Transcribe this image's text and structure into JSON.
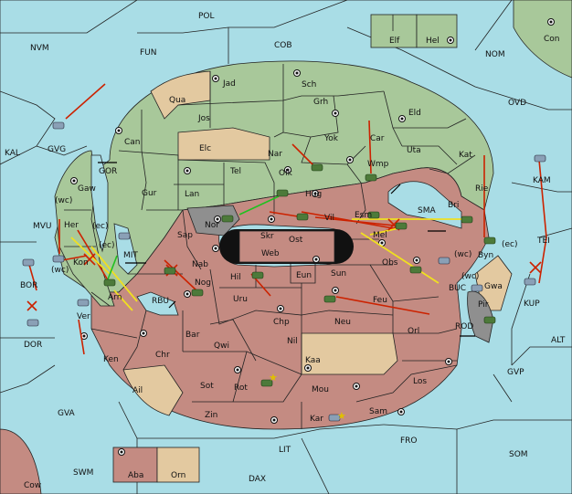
{
  "labels": {
    "POL": "POL",
    "NVM": "NVM",
    "FUN": "FUN",
    "COB": "COB",
    "NOM": "NOM",
    "Con": "Con",
    "Elf": "Elf",
    "Hel": "Hel",
    "OVD": "OVD",
    "KAL": "KAL",
    "GVG": "GVG",
    "GOR": "GOR",
    "MVU": "MVU",
    "MIT": "MIT",
    "BOR": "BOR",
    "DOR": "DOR",
    "RBU": "RBU",
    "SMA": "SMA",
    "KAM": "KAM",
    "TEI": "TEI",
    "KUP": "KUP",
    "BUC": "BUC",
    "ROD": "ROD",
    "ALT": "ALT",
    "GVP": "GVP",
    "GVA": "GVA",
    "FRO": "FRO",
    "SOM": "SOM",
    "LIT": "LIT",
    "SWM": "SWM",
    "DAX": "DAX",
    "Cow": "Cow",
    "Aba": "Aba",
    "Orn": "Orn",
    "Jad": "Jad",
    "Sch": "Sch",
    "Qua": "Qua",
    "Jos": "Jos",
    "Grh": "Grh",
    "Eld": "Eld",
    "Can": "Can",
    "Elc": "Elc",
    "Yok": "Yok",
    "Car": "Car",
    "Uta": "Uta",
    "Kat": "Kat",
    "Nar": "Nar",
    "Tel": "Tel",
    "Olk": "Olk",
    "Wmp": "Wmp",
    "Gaw": "Gaw",
    "Gur": "Gur",
    "Lan": "Lan",
    "Hug": "Hug",
    "Rie": "Rie",
    "Bri": "Bri",
    "Esm": "Esm",
    "Nor": "Nor",
    "Vil": "Vil",
    "Her": "Her",
    "Sap": "Sap",
    "Skr": "Skr",
    "Ost": "Ost",
    "Mel": "Mel",
    "Kon": "Kon",
    "Web": "Web",
    "Byn": "Byn",
    "Nab": "Nab",
    "Obs": "Obs",
    "Arn": "Arn",
    "Eun": "Eun",
    "Sun": "Sun",
    "Hil": "Hil",
    "Nog": "Nog",
    "Gwa": "Gwa",
    "Uru": "Uru",
    "Feu": "Feu",
    "Pir": "Pir",
    "Ver": "Ver",
    "Chp": "Chp",
    "Neu": "Neu",
    "Orl": "Orl",
    "Bar": "Bar",
    "Qwi": "Qwi",
    "Nil": "Nil",
    "Ken": "Ken",
    "Chr": "Chr",
    "Kaa": "Kaa",
    "Ail": "Ail",
    "Sot": "Sot",
    "Rot": "Rot",
    "Mou": "Mou",
    "Los": "Los",
    "Zin": "Zin",
    "Kar": "Kar",
    "Sam": "Sam"
  },
  "coast_tags": {
    "wc1": "(wc)",
    "ec1": "(ec)",
    "ec2": "(ec)",
    "wc2": "(wc)",
    "wc3": "(wc)",
    "ec3": "(ec)",
    "wc4": "(wc)"
  },
  "colors": {
    "sea": "#a9dde6",
    "player_green": "#a8c89a",
    "player_red": "#c48b82",
    "neutral": "#e3c9a0",
    "impassable": "#8f8f8f",
    "move_arrow": "#cc2200",
    "support_arrow": "#f0e020",
    "convoy_arrow": "#20c020"
  },
  "icons": [
    "supply-center-icon",
    "army-unit-icon",
    "fleet-unit-icon",
    "star-icon",
    "dislodged-x-icon"
  ]
}
